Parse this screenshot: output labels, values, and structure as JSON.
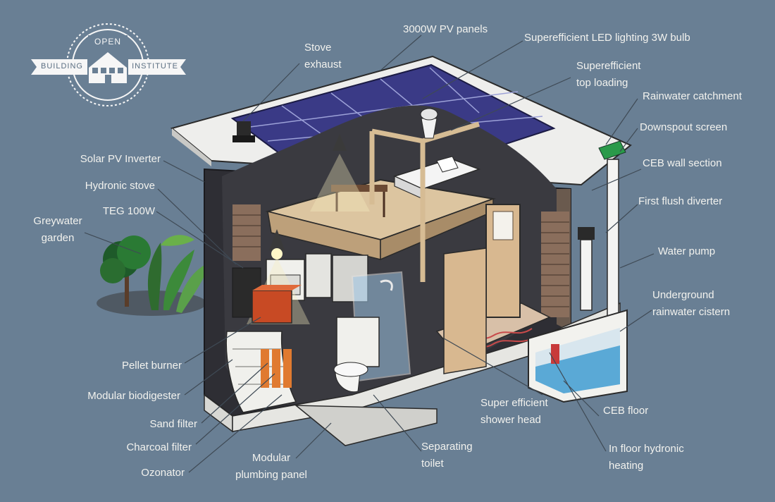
{
  "logo": {
    "top": "OPEN",
    "left": "BUILDING",
    "right": "INSTITUTE"
  },
  "labels": {
    "stove_exhaust": [
      "Stove",
      "exhaust"
    ],
    "pv_panels": [
      "3000W PV panels"
    ],
    "led_lighting": [
      "Superefficient LED lighting 3W bulb"
    ],
    "top_loading": [
      "Superefficient",
      "top loading"
    ],
    "rainwater_catchment": [
      "Rainwater catchment"
    ],
    "downspout_screen": [
      "Downspout screen"
    ],
    "ceb_wall": [
      "CEB wall section"
    ],
    "first_flush": [
      "First flush diverter"
    ],
    "water_pump": [
      "Water pump"
    ],
    "cistern": [
      "Underground",
      "rainwater cistern"
    ],
    "ceb_floor": [
      "CEB floor"
    ],
    "hydronic_heating": [
      "In floor hydronic",
      "heating"
    ],
    "shower_head": [
      "Super efficient",
      "shower head"
    ],
    "separating_toilet": [
      "Separating",
      "toilet"
    ],
    "plumbing_panel": [
      "Modular",
      "plumbing panel"
    ],
    "ozonator": [
      "Ozonator"
    ],
    "charcoal_filter": [
      "Charcoal filter"
    ],
    "sand_filter": [
      "Sand filter"
    ],
    "biodigester": [
      "Modular biodigester"
    ],
    "pellet_burner": [
      "Pellet burner"
    ],
    "greywater_garden": [
      "Greywater",
      "garden"
    ],
    "teg": [
      "TEG 100W"
    ],
    "hydronic_stove": [
      "Hydronic stove"
    ],
    "inverter": [
      "Solar PV Inverter"
    ]
  },
  "colors": {
    "background": "#697f94",
    "roof": "#eeeeec",
    "panel": "#3a3a86",
    "wall_dark": "#2e2e34",
    "floor_wood": "#dcc5a0",
    "brick": "#8a6e5c",
    "water": "#5aa9d6",
    "label_text": "#f2f2ee",
    "leader_line": "#3f4a55"
  }
}
